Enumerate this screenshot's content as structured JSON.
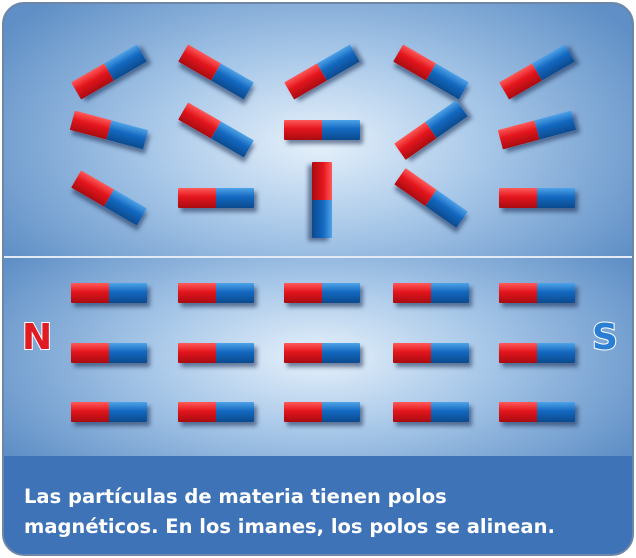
{
  "labels": {
    "north": "N",
    "south": "S"
  },
  "caption": {
    "line1": "Las partículas de materia tienen polos",
    "line2": "magnéticos. En los imanes, los polos se alinean."
  },
  "colors": {
    "north_pole": "#e3151c",
    "south_pole": "#1368c0",
    "frame": "#3f73b8",
    "letter_n": "#e01b24",
    "letter_s": "#2a7fd4"
  },
  "disordered_magnets": {
    "count": 15,
    "rotation_deg": [
      -30,
      30,
      -30,
      30,
      -30,
      15,
      30,
      0,
      -35,
      -15,
      30,
      0,
      90,
      35,
      0
    ]
  },
  "aligned_magnets": {
    "rows": 3,
    "columns": 5,
    "rotation_deg": 0
  }
}
